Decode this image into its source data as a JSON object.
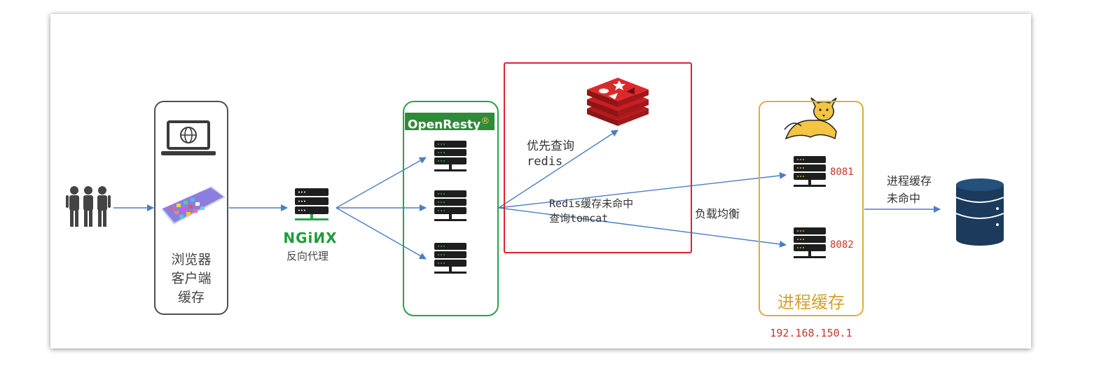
{
  "browser": {
    "label_line1": "浏览器",
    "label_line2": "客户端",
    "label_line3": "缓存"
  },
  "nginx": {
    "wordmark": "NGiИX",
    "label": "反向代理"
  },
  "openresty": {
    "title": "OpenResty",
    "mark": "®"
  },
  "redis_box": {
    "first_query_line1": "优先查询",
    "first_query_line2": "redis",
    "miss_line1": "Redis缓存未命中",
    "miss_line2": "查询tomcat"
  },
  "load_balance": {
    "label": "负载均衡"
  },
  "jvm": {
    "label": "进程缓存",
    "ip": "192.168.150.1",
    "ports": [
      "8081",
      "8082"
    ]
  },
  "db_edge": {
    "label_line1": "进程缓存",
    "label_line2": "未命中"
  },
  "colors": {
    "arrow": "#4a7ec2",
    "server": "#1e1e1e",
    "server_green": "#2aa24a",
    "openresty_border": "#2aa24a",
    "redis_border": "#e0232f",
    "jvm_border": "#dcae3a",
    "db": "#1b3a5c"
  },
  "icons": [
    "users-icon",
    "laptop-globe-icon",
    "phone-icon",
    "nginx-server-icon",
    "server-icon",
    "redis-logo-icon",
    "tomcat-logo-icon",
    "database-icon"
  ]
}
